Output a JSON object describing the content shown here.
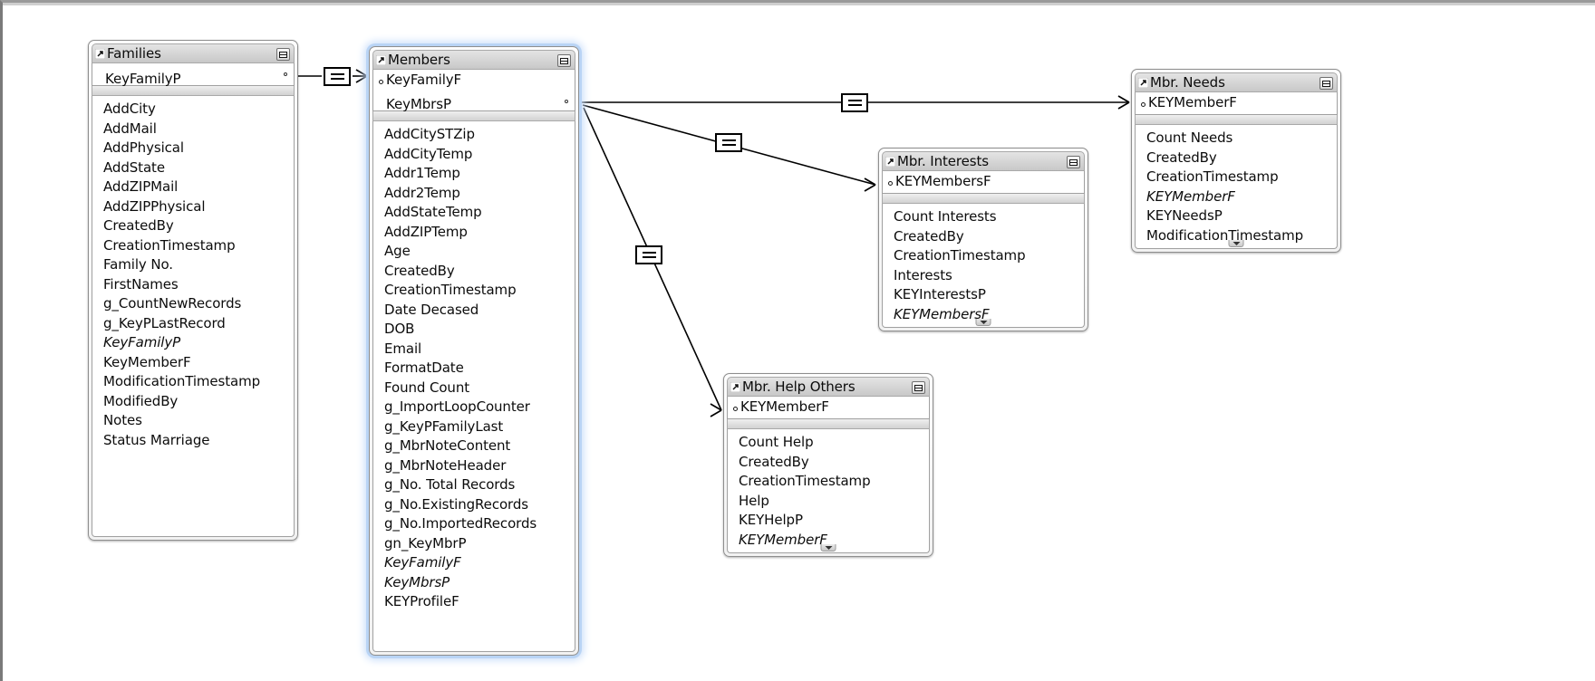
{
  "app": {
    "view": "relationships-graph",
    "selected_table": "Members",
    "icons": {
      "source_arrow": "arrow-up-right-icon",
      "table_options": "list-panel-icon",
      "scroll_down": "chevron-down-icon",
      "relation_operator": "equals-icon",
      "key_bullet": "small-circle-icon"
    },
    "colors": {
      "selection_glow": "#b9d4f5",
      "canvas": "#ffffff",
      "header_gradient_top": "#e4e4e4",
      "header_gradient_bottom": "#c8c8c8",
      "line": "#000000"
    }
  },
  "tables": [
    {
      "id": "families",
      "title": "Families",
      "selected": false,
      "keys": [
        {
          "name": "KeyFamilyP",
          "bullet": false,
          "right_dot": true
        }
      ],
      "fields": [
        {
          "name": "AddCity",
          "italic": false
        },
        {
          "name": "AddMail",
          "italic": false
        },
        {
          "name": "AddPhysical",
          "italic": false
        },
        {
          "name": "AddState",
          "italic": false
        },
        {
          "name": "AddZIPMail",
          "italic": false
        },
        {
          "name": "AddZIPPhysical",
          "italic": false
        },
        {
          "name": "CreatedBy",
          "italic": false
        },
        {
          "name": "CreationTimestamp",
          "italic": false
        },
        {
          "name": "Family No.",
          "italic": false
        },
        {
          "name": "FirstNames",
          "italic": false
        },
        {
          "name": "g_CountNewRecords",
          "italic": false
        },
        {
          "name": "g_KeyPLastRecord",
          "italic": false
        },
        {
          "name": "KeyFamilyP",
          "italic": true
        },
        {
          "name": "KeyMemberF",
          "italic": false
        },
        {
          "name": "ModificationTimestamp",
          "italic": false
        },
        {
          "name": "ModifiedBy",
          "italic": false
        },
        {
          "name": "Notes",
          "italic": false
        },
        {
          "name": "Status Marriage",
          "italic": false
        }
      ],
      "has_scroll_nub": false
    },
    {
      "id": "members",
      "title": "Members",
      "selected": true,
      "keys": [
        {
          "name": "KeyFamilyF",
          "bullet": true,
          "right_dot": false
        },
        {
          "name": "KeyMbrsP",
          "bullet": false,
          "right_dot": true
        }
      ],
      "fields": [
        {
          "name": "AddCitySTZip",
          "italic": false
        },
        {
          "name": "AddCityTemp",
          "italic": false
        },
        {
          "name": "Addr1Temp",
          "italic": false
        },
        {
          "name": "Addr2Temp",
          "italic": false
        },
        {
          "name": "AddStateTemp",
          "italic": false
        },
        {
          "name": "AddZIPTemp",
          "italic": false
        },
        {
          "name": "Age",
          "italic": false
        },
        {
          "name": "CreatedBy",
          "italic": false
        },
        {
          "name": "CreationTimestamp",
          "italic": false
        },
        {
          "name": "Date Decased",
          "italic": false
        },
        {
          "name": "DOB",
          "italic": false
        },
        {
          "name": "Email",
          "italic": false
        },
        {
          "name": "FormatDate",
          "italic": false
        },
        {
          "name": "Found Count",
          "italic": false
        },
        {
          "name": "g_ImportLoopCounter",
          "italic": false
        },
        {
          "name": "g_KeyPFamilyLast",
          "italic": false
        },
        {
          "name": "g_MbrNoteContent",
          "italic": false
        },
        {
          "name": "g_MbrNoteHeader",
          "italic": false
        },
        {
          "name": "g_No. Total Records",
          "italic": false
        },
        {
          "name": "g_No.ExistingRecords",
          "italic": false
        },
        {
          "name": "g_No.ImportedRecords",
          "italic": false
        },
        {
          "name": "gn_KeyMbrP",
          "italic": false
        },
        {
          "name": "KeyFamilyF",
          "italic": true
        },
        {
          "name": "KeyMbrsP",
          "italic": true
        },
        {
          "name": "KEYProfileF",
          "italic": false
        }
      ],
      "has_scroll_nub": false
    },
    {
      "id": "needs",
      "title": "Mbr. Needs",
      "selected": false,
      "keys": [
        {
          "name": "KEYMemberF",
          "bullet": true,
          "right_dot": false
        }
      ],
      "fields": [
        {
          "name": "Count Needs",
          "italic": false
        },
        {
          "name": "CreatedBy",
          "italic": false
        },
        {
          "name": "CreationTimestamp",
          "italic": false
        },
        {
          "name": "KEYMemberF",
          "italic": true
        },
        {
          "name": "KEYNeedsP",
          "italic": false
        },
        {
          "name": "ModificationTimestamp",
          "italic": false
        }
      ],
      "has_scroll_nub": true
    },
    {
      "id": "interests",
      "title": "Mbr. Interests",
      "selected": false,
      "keys": [
        {
          "name": "KEYMembersF",
          "bullet": true,
          "right_dot": false
        }
      ],
      "fields": [
        {
          "name": "Count Interests",
          "italic": false
        },
        {
          "name": "CreatedBy",
          "italic": false
        },
        {
          "name": "CreationTimestamp",
          "italic": false
        },
        {
          "name": "Interests",
          "italic": false
        },
        {
          "name": "KEYInterestsP",
          "italic": false
        },
        {
          "name": "KEYMembersF",
          "italic": true
        }
      ],
      "has_scroll_nub": true
    },
    {
      "id": "help",
      "title": "Mbr. Help Others",
      "selected": false,
      "keys": [
        {
          "name": "KEYMemberF",
          "bullet": true,
          "right_dot": false
        }
      ],
      "fields": [
        {
          "name": "Count Help",
          "italic": false
        },
        {
          "name": "CreatedBy",
          "italic": false
        },
        {
          "name": "CreationTimestamp",
          "italic": false
        },
        {
          "name": "Help",
          "italic": false
        },
        {
          "name": "KEYHelpP",
          "italic": false
        },
        {
          "name": "KEYMemberF",
          "italic": true
        }
      ],
      "has_scroll_nub": true
    }
  ],
  "relationships": [
    {
      "id": "fam-mbr",
      "operator": "=",
      "from": "Families.KeyFamilyP",
      "to": "Members.KeyFamilyF"
    },
    {
      "id": "mbr-needs",
      "operator": "=",
      "from": "Members.KeyMbrsP",
      "to": "Mbr. Needs.KEYMemberF"
    },
    {
      "id": "mbr-interests",
      "operator": "=",
      "from": "Members.KeyMbrsP",
      "to": "Mbr. Interests.KEYMembersF"
    },
    {
      "id": "mbr-help",
      "operator": "=",
      "from": "Members.KeyMbrsP",
      "to": "Mbr. Help Others.KEYMemberF"
    }
  ]
}
